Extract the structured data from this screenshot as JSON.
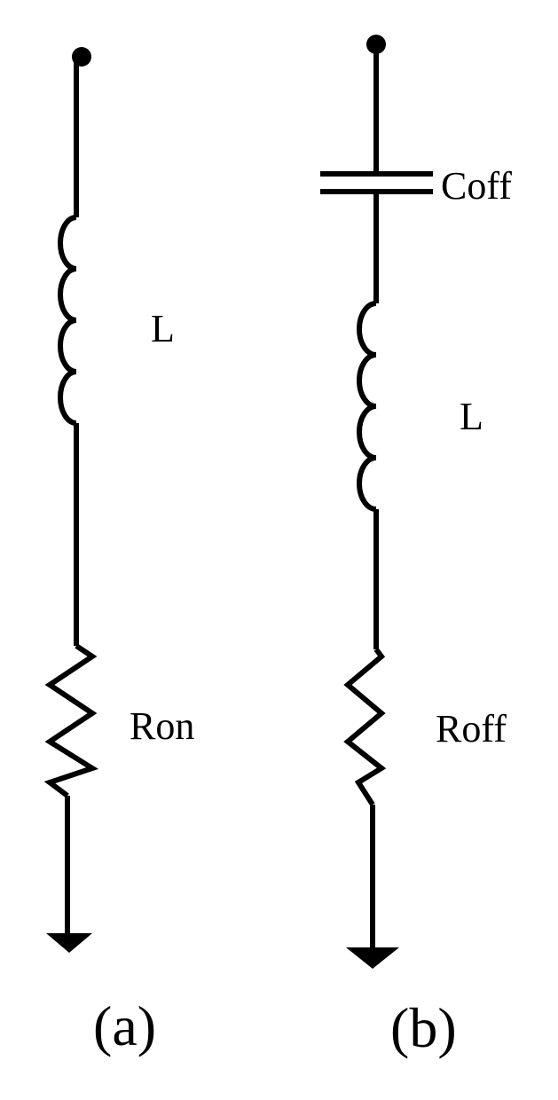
{
  "circuit_a": {
    "inductor_label": "L",
    "resistor_label": "Ron",
    "caption": "(a)"
  },
  "circuit_b": {
    "capacitor_label": "Coff",
    "inductor_label": "L",
    "resistor_label": "Roff",
    "caption": "(b)"
  }
}
